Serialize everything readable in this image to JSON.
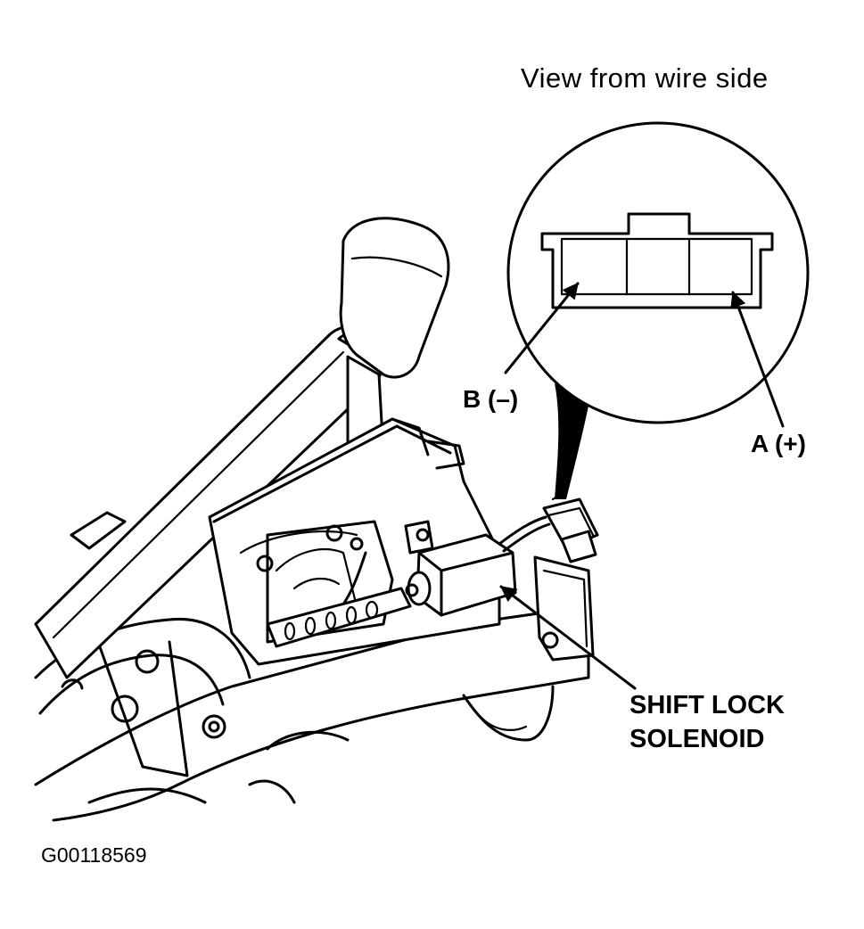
{
  "diagram": {
    "view_title": "View from wire side",
    "label_b": "B (–)",
    "label_a": "A (+)",
    "solenoid_line1": "SHIFT LOCK",
    "solenoid_line2": "SOLENOID",
    "figure_id": "G00118569"
  }
}
